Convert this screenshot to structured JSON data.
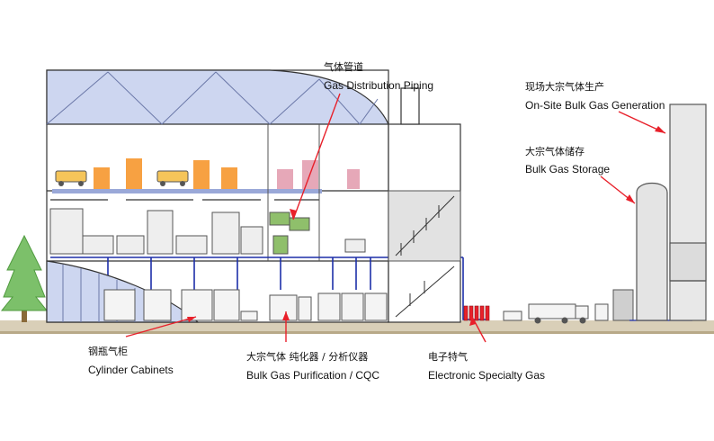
{
  "labels": {
    "gas_distribution_piping": {
      "cn": "气体管道",
      "en": "Gas Distribution Piping"
    },
    "onsite_bulk_gas_generation": {
      "cn": "现场大宗气体生产",
      "en": "On-Site Bulk Gas Generation"
    },
    "bulk_gas_storage": {
      "cn": "大宗气体储存",
      "en": "Bulk Gas Storage"
    },
    "cylinder_cabinets": {
      "cn": "钢瓶气柜",
      "en": "Cylinder Cabinets"
    },
    "bulk_gas_purification": {
      "cn": "大宗气体 纯化器 / 分析仪器",
      "en": "Bulk Gas Purification / CQC"
    },
    "electronic_specialty_gas": {
      "cn": "电子特气",
      "en": "Electronic Specialty Gas"
    }
  },
  "colors": {
    "pointer": "#e8202a",
    "piping": "#1d2fa8",
    "roof": "#cdd6f0",
    "outline": "#333333",
    "orange_equipment": "#f7a142",
    "yellow_equipment": "#f5c55a",
    "ground": "#d9cfb8",
    "tree": "#7cc06a"
  }
}
